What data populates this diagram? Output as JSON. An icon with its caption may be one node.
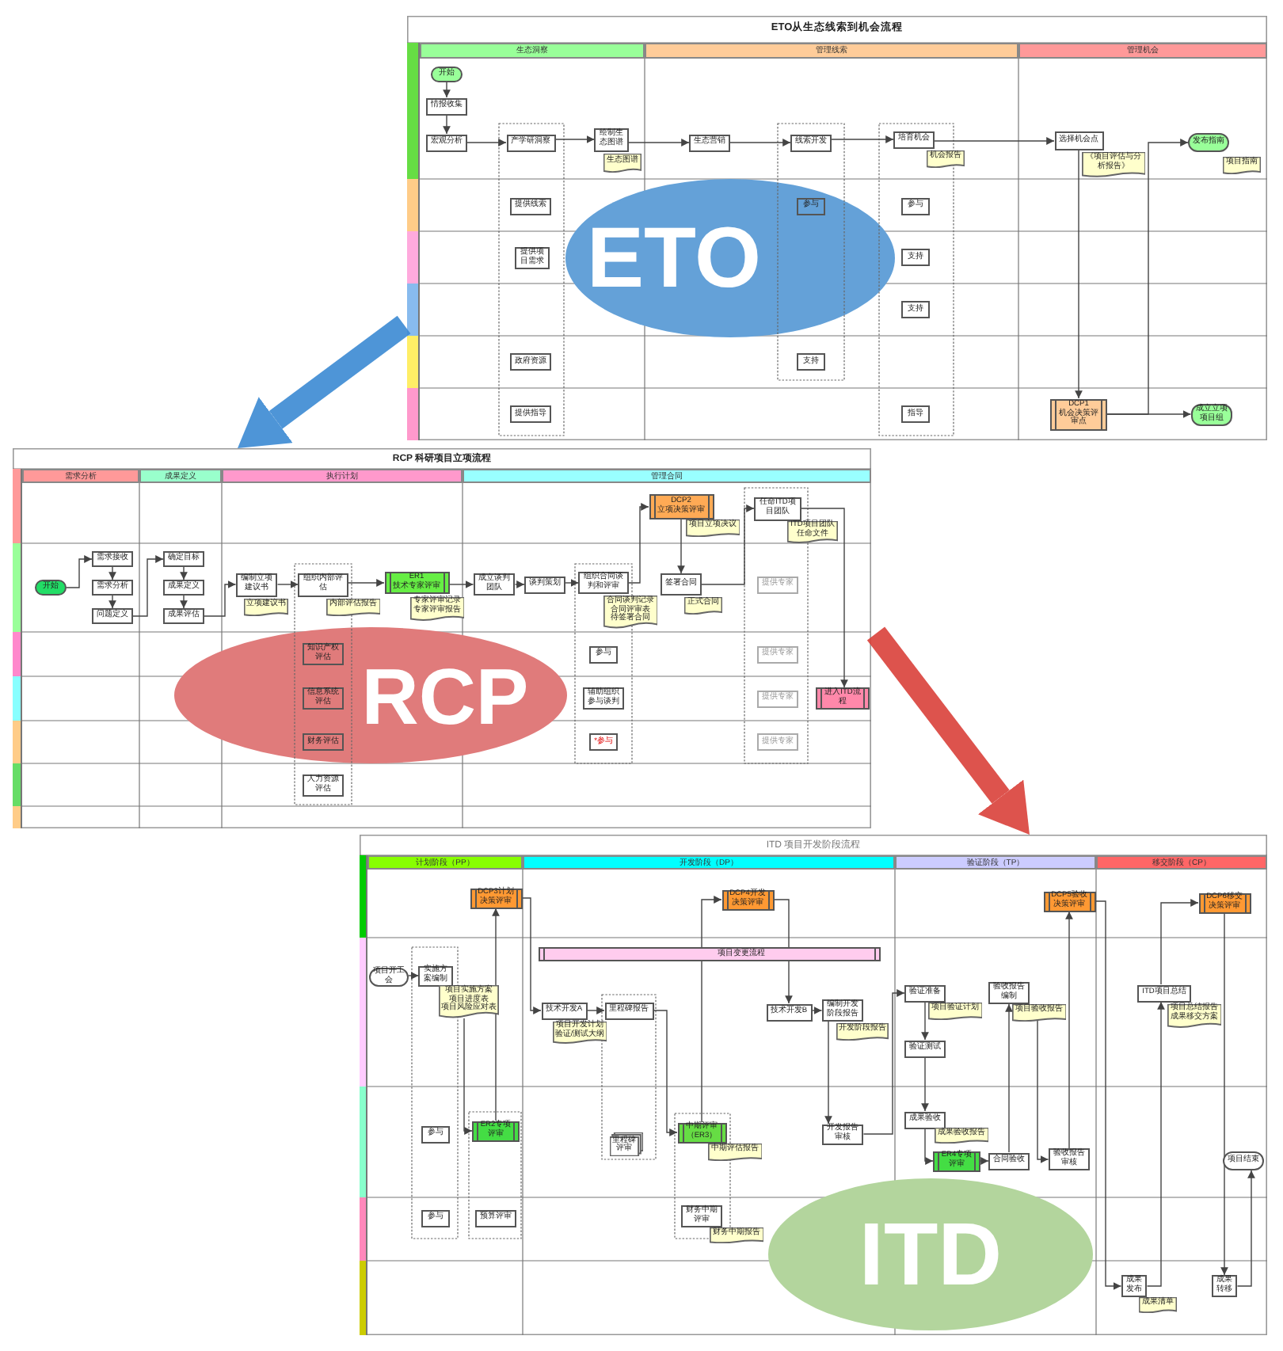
{
  "diagram": {
    "nodes": [
      {
        "text": [
          "ETO从生态线索到机会流程"
        ]
      },
      {
        "text": [
          "生态洞察"
        ],
        "in": 0
      },
      {
        "text": [
          "管理线索"
        ],
        "in": 0
      },
      {
        "text": [
          "管理机会"
        ],
        "in": 0
      },
      {
        "text": [
          "ETO"
        ],
        "in": 0
      },
      {
        "text": [
          "开始"
        ],
        "in": 0
      },
      {
        "text": [
          "情报收集"
        ],
        "in": 0
      },
      {
        "text": [
          "宏观分析"
        ],
        "in": 0
      },
      {
        "text": [
          "产学研洞察"
        ],
        "in": 0
      },
      {
        "text": [
          "绘制生态图谱"
        ],
        "in": 0
      },
      {
        "text": [
          "生态图谱"
        ],
        "in": 0
      },
      {
        "text": [
          "生态营销"
        ],
        "in": 0
      },
      {
        "text": [
          "线索开发"
        ],
        "in": 0
      },
      {
        "text": [
          "培育机会"
        ],
        "in": 0
      },
      {
        "text": [
          "机会报告"
        ],
        "in": 0
      },
      {
        "text": [
          "选择机会点"
        ],
        "in": 0
      },
      {
        "text": [
          "《项目评估与分析报告》"
        ],
        "in": 0
      },
      {
        "text": [
          "发布指南"
        ],
        "in": 0
      },
      {
        "text": [
          "项目指南"
        ],
        "in": 0
      },
      {
        "text": [
          "提供线索"
        ],
        "in": 0
      },
      {
        "text": [
          "参与"
        ],
        "in": 4
      },
      {
        "text": [
          "参与"
        ],
        "in": 0
      },
      {
        "text": [
          "提供项目需求"
        ],
        "in": 0
      },
      {
        "text": [
          "支持"
        ],
        "in": 0
      },
      {
        "text": [
          "支持"
        ],
        "in": 0
      },
      {
        "text": [
          "政府资源"
        ],
        "in": 0
      },
      {
        "text": [
          "支持"
        ],
        "in": 0
      },
      {
        "text": [
          "提供指导"
        ],
        "in": 0
      },
      {
        "text": [
          "指导"
        ],
        "in": 0
      },
      {
        "text": [
          "DCP1",
          "机会决策评审点"
        ],
        "in": 0
      },
      {
        "text": [
          "成立立项项目组"
        ],
        "in": 0
      },
      {
        "text": [
          "RCP 科研项目立项流程"
        ]
      },
      {
        "text": [
          "需求分析"
        ],
        "in": 31
      },
      {
        "text": [
          "成果定义"
        ],
        "in": 31
      },
      {
        "text": [
          "执行计划"
        ],
        "in": 31
      },
      {
        "text": [
          "管理合同"
        ],
        "in": 31
      },
      {
        "text": [
          "RCP"
        ],
        "in": 31
      },
      {
        "text": [
          "开始"
        ],
        "in": 31
      },
      {
        "text": [
          "需求接收"
        ],
        "in": 31
      },
      {
        "text": [
          "需求分析"
        ],
        "in": 31
      },
      {
        "text": [
          "问题定义"
        ],
        "in": 31
      },
      {
        "text": [
          "确定目标"
        ],
        "in": 31
      },
      {
        "text": [
          "成果定义"
        ],
        "in": 31
      },
      {
        "text": [
          "成果评估"
        ],
        "in": 31
      },
      {
        "text": [
          "编制立项建议书"
        ],
        "in": 31
      },
      {
        "text": [
          "立项建议书"
        ],
        "in": 31
      },
      {
        "text": [
          "组织内部评估"
        ],
        "in": 31
      },
      {
        "text": [
          "内部评估报告"
        ],
        "in": 31
      },
      {
        "text": [
          "ER1",
          "技术专家评审"
        ],
        "in": 31
      },
      {
        "text": [
          "专家评审记录",
          "专家评审报告"
        ],
        "in": 31
      },
      {
        "text": [
          "DCP2",
          "立项决策评审"
        ],
        "in": 31
      },
      {
        "text": [
          "项目立项决议"
        ],
        "in": 31
      },
      {
        "text": [
          "任命ITD项目团队"
        ],
        "in": 31
      },
      {
        "text": [
          "ITD项目团队任命文件"
        ],
        "in": 31
      },
      {
        "text": [
          "成立谈判团队"
        ],
        "in": 31
      },
      {
        "text": [
          "谈判策划"
        ],
        "in": 31
      },
      {
        "text": [
          "组织合同谈判和评审"
        ],
        "in": 31
      },
      {
        "text": [
          "合同谈判记录",
          "合同评审表",
          "待签署合同"
        ],
        "in": 31
      },
      {
        "text": [
          "签署合同"
        ],
        "in": 31
      },
      {
        "text": [
          "正式合同"
        ],
        "in": 31
      },
      {
        "text": [
          "提供专家"
        ],
        "in": 31
      },
      {
        "text": [
          "知识产权评估"
        ],
        "in": 36
      },
      {
        "text": [
          "参与"
        ],
        "in": 31
      },
      {
        "text": [
          "提供专家"
        ],
        "in": 31
      },
      {
        "text": [
          "信息系统评估"
        ],
        "in": 36
      },
      {
        "text": [
          "辅助组织参与谈判"
        ],
        "in": 31
      },
      {
        "text": [
          "提供专家"
        ],
        "in": 31
      },
      {
        "text": [
          "进入ITD流程"
        ],
        "in": 31
      },
      {
        "text": [
          "财务评估"
        ],
        "in": 36
      },
      {
        "text": [
          "*参与"
        ],
        "in": 31
      },
      {
        "text": [
          "提供专家"
        ],
        "in": 31
      },
      {
        "text": [
          "人力资源评估"
        ],
        "in": 31
      },
      {
        "text": [
          "ITD 项目开发阶段流程"
        ]
      },
      {
        "text": [
          "计划阶段（PP）"
        ],
        "in": 72
      },
      {
        "text": [
          "开发阶段（DP）"
        ],
        "in": 72
      },
      {
        "text": [
          "验证阶段（TP）"
        ],
        "in": 72
      },
      {
        "text": [
          "移交阶段（CP）"
        ],
        "in": 72
      },
      {
        "text": [
          "ITD"
        ],
        "in": 72
      },
      {
        "text": [
          "DCP3计划决策评审"
        ],
        "in": 72
      },
      {
        "text": [
          "DCP4开发决策评审"
        ],
        "in": 72
      },
      {
        "text": [
          "DCP5验收决策评审"
        ],
        "in": 72
      },
      {
        "text": [
          "DCP6移交决策评审"
        ],
        "in": 72
      },
      {
        "text": [
          "项目变更流程"
        ],
        "in": 72
      },
      {
        "text": [
          "项目开工会"
        ],
        "in": 72
      },
      {
        "text": [
          "实施方案编制"
        ],
        "in": 72
      },
      {
        "text": [
          "项目实施方案",
          "项目进度表",
          "项目风险应对表"
        ],
        "in": 72
      },
      {
        "text": [
          "技术开发A"
        ],
        "in": 72
      },
      {
        "text": [
          "项目开发计划",
          "验证/测试大纲"
        ],
        "in": 72
      },
      {
        "text": [
          "里程碑报告"
        ],
        "in": 72
      },
      {
        "text": [
          "技术开发B"
        ],
        "in": 72
      },
      {
        "text": [
          "编制开发阶段报告"
        ],
        "in": 72
      },
      {
        "text": [
          "开发阶段报告"
        ],
        "in": 72
      },
      {
        "text": [
          "验证准备"
        ],
        "in": 72
      },
      {
        "text": [
          "项目验证计划"
        ],
        "in": 72
      },
      {
        "text": [
          "验收报告编制"
        ],
        "in": 72
      },
      {
        "text": [
          "项目验收报告"
        ],
        "in": 72
      },
      {
        "text": [
          "ITD项目总结"
        ],
        "in": 72
      },
      {
        "text": [
          "项目总结报告",
          "成果移交方案"
        ],
        "in": 72
      },
      {
        "text": [
          "验证测试"
        ],
        "in": 72
      },
      {
        "text": [
          "参与"
        ],
        "in": 72
      },
      {
        "text": [
          "ER2专项评审"
        ],
        "in": 72
      },
      {
        "text": [
          "里程碑评审"
        ],
        "in": 72
      },
      {
        "text": [
          "中期评审（ER3）"
        ],
        "in": 72
      },
      {
        "text": [
          "中期评估报告"
        ],
        "in": 72
      },
      {
        "text": [
          "开发报告审核"
        ],
        "in": 72
      },
      {
        "text": [
          "成果验收"
        ],
        "in": 72
      },
      {
        "text": [
          "成果验收报告"
        ],
        "in": 72
      },
      {
        "text": [
          "ER4专项评审"
        ],
        "in": 72
      },
      {
        "text": [
          "合同验收"
        ],
        "in": 72
      },
      {
        "text": [
          "验收报告审核"
        ],
        "in": 72
      },
      {
        "text": [
          "项目结束"
        ],
        "in": 72
      },
      {
        "text": [
          "参与"
        ],
        "in": 72
      },
      {
        "text": [
          "预算评审"
        ],
        "in": 72
      },
      {
        "text": [
          "财务中期评审"
        ],
        "in": 72
      },
      {
        "text": [
          "财务中期报告"
        ],
        "in": 72
      },
      {
        "text": [
          "成果发布"
        ],
        "in": 72
      },
      {
        "text": [
          "成果清单"
        ],
        "in": 72
      },
      {
        "text": [
          "成果转移"
        ],
        "in": 72
      }
    ],
    "edges": [
      {
        "from": 5,
        "to": 6,
        "arrow": "to"
      },
      {
        "from": 6,
        "to": 7,
        "arrow": "to"
      },
      {
        "from": 7,
        "to": 8,
        "arrow": "to"
      },
      {
        "from": 8,
        "to": 9,
        "arrow": "to"
      },
      {
        "from": 9,
        "to": 11,
        "arrow": "to"
      },
      {
        "from": 11,
        "to": 12,
        "arrow": "to"
      },
      {
        "from": 12,
        "to": 13,
        "arrow": "to"
      },
      {
        "from": 13,
        "to": 15,
        "arrow": "to"
      },
      {
        "from": 15,
        "to": 29,
        "arrow": "to"
      },
      {
        "from": 29,
        "to": 30,
        "arrow": "to"
      },
      {
        "from": 29,
        "to": 17,
        "arrow": "to"
      },
      {
        "from": 37,
        "to": 38,
        "arrow": "to"
      },
      {
        "from": 38,
        "to": 39,
        "arrow": "to"
      },
      {
        "from": 39,
        "to": 40,
        "arrow": "to"
      },
      {
        "from": 40,
        "to": 41,
        "arrow": "to"
      },
      {
        "from": 41,
        "to": 42,
        "arrow": "to"
      },
      {
        "from": 42,
        "to": 43,
        "arrow": "to"
      },
      {
        "from": 43,
        "to": 44,
        "arrow": "to"
      },
      {
        "from": 44,
        "to": 46,
        "arrow": "to"
      },
      {
        "from": 46,
        "to": 48,
        "arrow": "to"
      },
      {
        "from": 48,
        "to": 54,
        "arrow": "to"
      },
      {
        "from": 54,
        "to": 55,
        "arrow": "to"
      },
      {
        "from": 55,
        "to": 56,
        "arrow": "to"
      },
      {
        "from": 56,
        "to": 50,
        "arrow": "to"
      },
      {
        "from": 50,
        "to": 58,
        "arrow": "to"
      },
      {
        "from": 58,
        "to": 52,
        "arrow": "to"
      },
      {
        "from": 52,
        "to": 67,
        "arrow": "to"
      },
      {
        "from": 83,
        "to": 84,
        "arrow": "to"
      },
      {
        "from": 85,
        "to": 100,
        "arrow": "to"
      },
      {
        "from": 100,
        "to": 78,
        "arrow": "to"
      },
      {
        "from": 78,
        "to": 86,
        "arrow": "to"
      },
      {
        "from": 86,
        "to": 88,
        "arrow": "to"
      },
      {
        "from": 88,
        "to": 102,
        "arrow": "to"
      },
      {
        "from": 102,
        "to": 79,
        "arrow": "to"
      },
      {
        "from": 79,
        "to": 89,
        "arrow": "to"
      },
      {
        "from": 89,
        "to": 90,
        "arrow": "to"
      },
      {
        "from": 90,
        "to": 104,
        "arrow": "to"
      },
      {
        "from": 104,
        "to": 92,
        "arrow": "to"
      },
      {
        "from": 92,
        "to": 98,
        "arrow": "to"
      },
      {
        "from": 98,
        "to": 105,
        "arrow": "to"
      },
      {
        "from": 105,
        "to": 107,
        "arrow": "to"
      },
      {
        "from": 107,
        "to": 108,
        "arrow": "to"
      },
      {
        "from": 108,
        "to": 94,
        "arrow": "to"
      },
      {
        "from": 95,
        "to": 109,
        "arrow": "to"
      },
      {
        "from": 109,
        "to": 80,
        "arrow": "to"
      },
      {
        "from": 80,
        "to": 115,
        "arrow": "to"
      },
      {
        "from": 115,
        "to": 96,
        "arrow": "to"
      },
      {
        "from": 96,
        "to": 81,
        "arrow": "to"
      },
      {
        "from": 81,
        "to": 117,
        "arrow": "to"
      },
      {
        "from": 117,
        "to": 110,
        "arrow": "to"
      },
      {
        "from": 0,
        "to": 31,
        "arrow": "to",
        "style": "thick",
        "color": "#3b8ad3"
      },
      {
        "from": 31,
        "to": 72,
        "arrow": "to",
        "style": "thick",
        "color": "#d9403a"
      }
    ]
  }
}
